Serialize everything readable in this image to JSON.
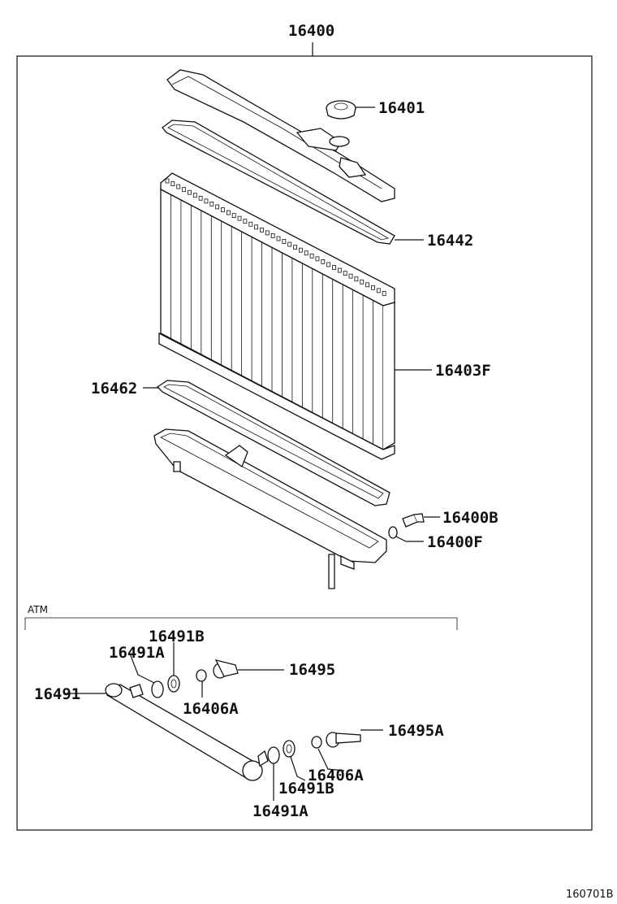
{
  "diagram": {
    "callouts": {
      "assembly": "16400",
      "filler_cap": "16401",
      "upper_gasket": "16442",
      "core": "16403F",
      "lower_gasket": "16462",
      "drain_cock": "16400B",
      "drain_oring": "16400F",
      "oil_cooler_pipe": "16491",
      "washer_upper": "16491B",
      "gasket_upper": "16491A",
      "hose_fitting": "16495",
      "nut_upper": "16406A",
      "hose_fitting_lower": "16495A",
      "nut_lower": "16406A",
      "washer_lower": "16491B",
      "gasket_lower": "16491A"
    },
    "section_label": "ATM",
    "footer_code": "160701B"
  }
}
